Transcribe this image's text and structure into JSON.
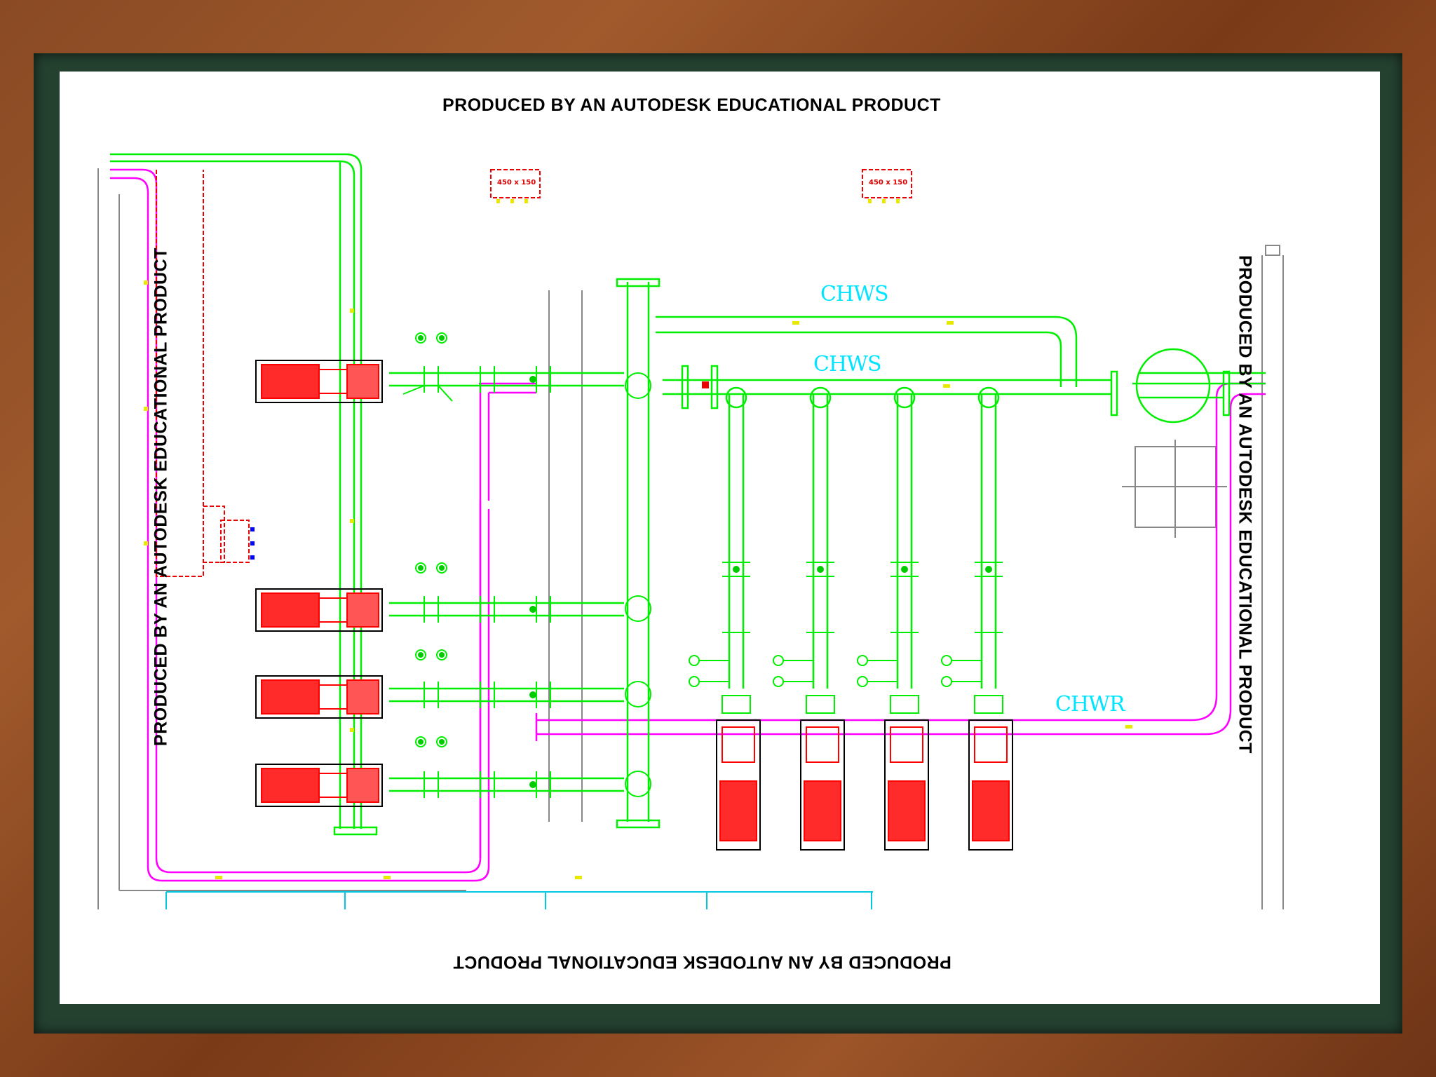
{
  "watermarks": {
    "top": "PRODUCED BY AN AUTODESK EDUCATIONAL PRODUCT",
    "bottom": "PRODUCED BY AN AUTODESK EDUCATIONAL PRODUCT",
    "left": "PRODUCED BY AN AUTODESK EDUCATIONAL PRODUCT",
    "right": "PRODUCED BY AN AUTODESK EDUCATIONAL PRODUCT"
  },
  "pipe_labels": {
    "chws_upper": "CHWS",
    "chws_lower": "CHWS",
    "chwr": "CHWR"
  },
  "duct_tags": {
    "left": "450 x 150",
    "right": "450 x 150"
  },
  "colors": {
    "supply_pipe": "#00ff00",
    "return_pipe": "#ff00ff",
    "equipment": "#ff0000",
    "label": "#00e5ff",
    "structure": "#808080",
    "mat": "#24412f",
    "frame": "#8a4a24"
  }
}
